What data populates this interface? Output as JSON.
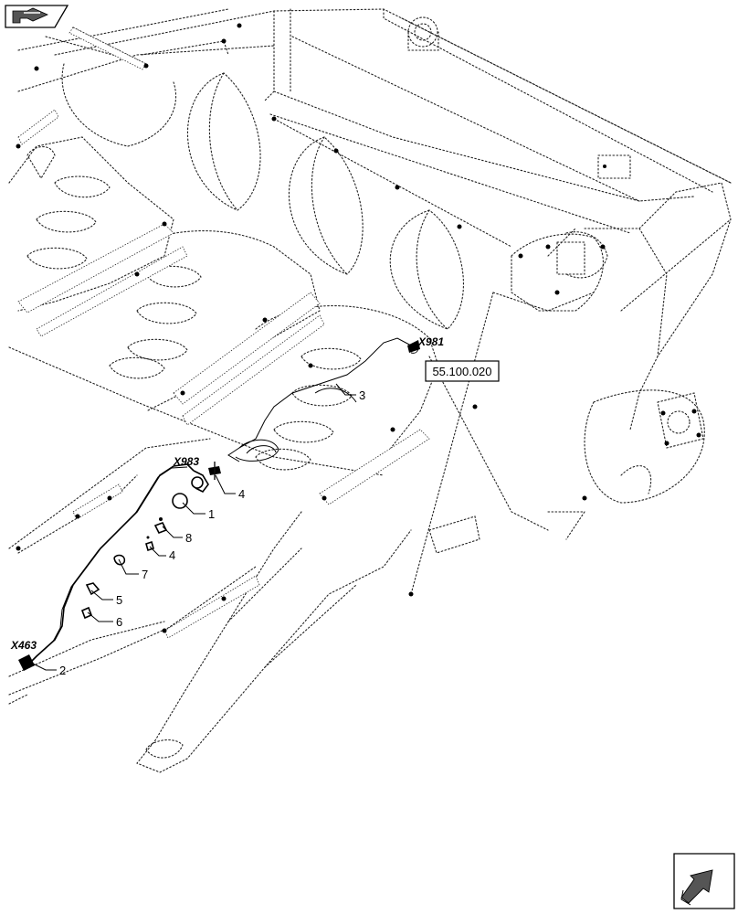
{
  "reference_box": "55.100.020",
  "connectors": {
    "x981": "X981",
    "x983": "X983",
    "x463": "X463"
  },
  "callouts": [
    "1",
    "2",
    "3",
    "4",
    "4",
    "5",
    "6",
    "7",
    "8"
  ],
  "icons": {
    "top_left": "book-arrow-icon",
    "bottom_right": "next-page-arrow-icon"
  }
}
